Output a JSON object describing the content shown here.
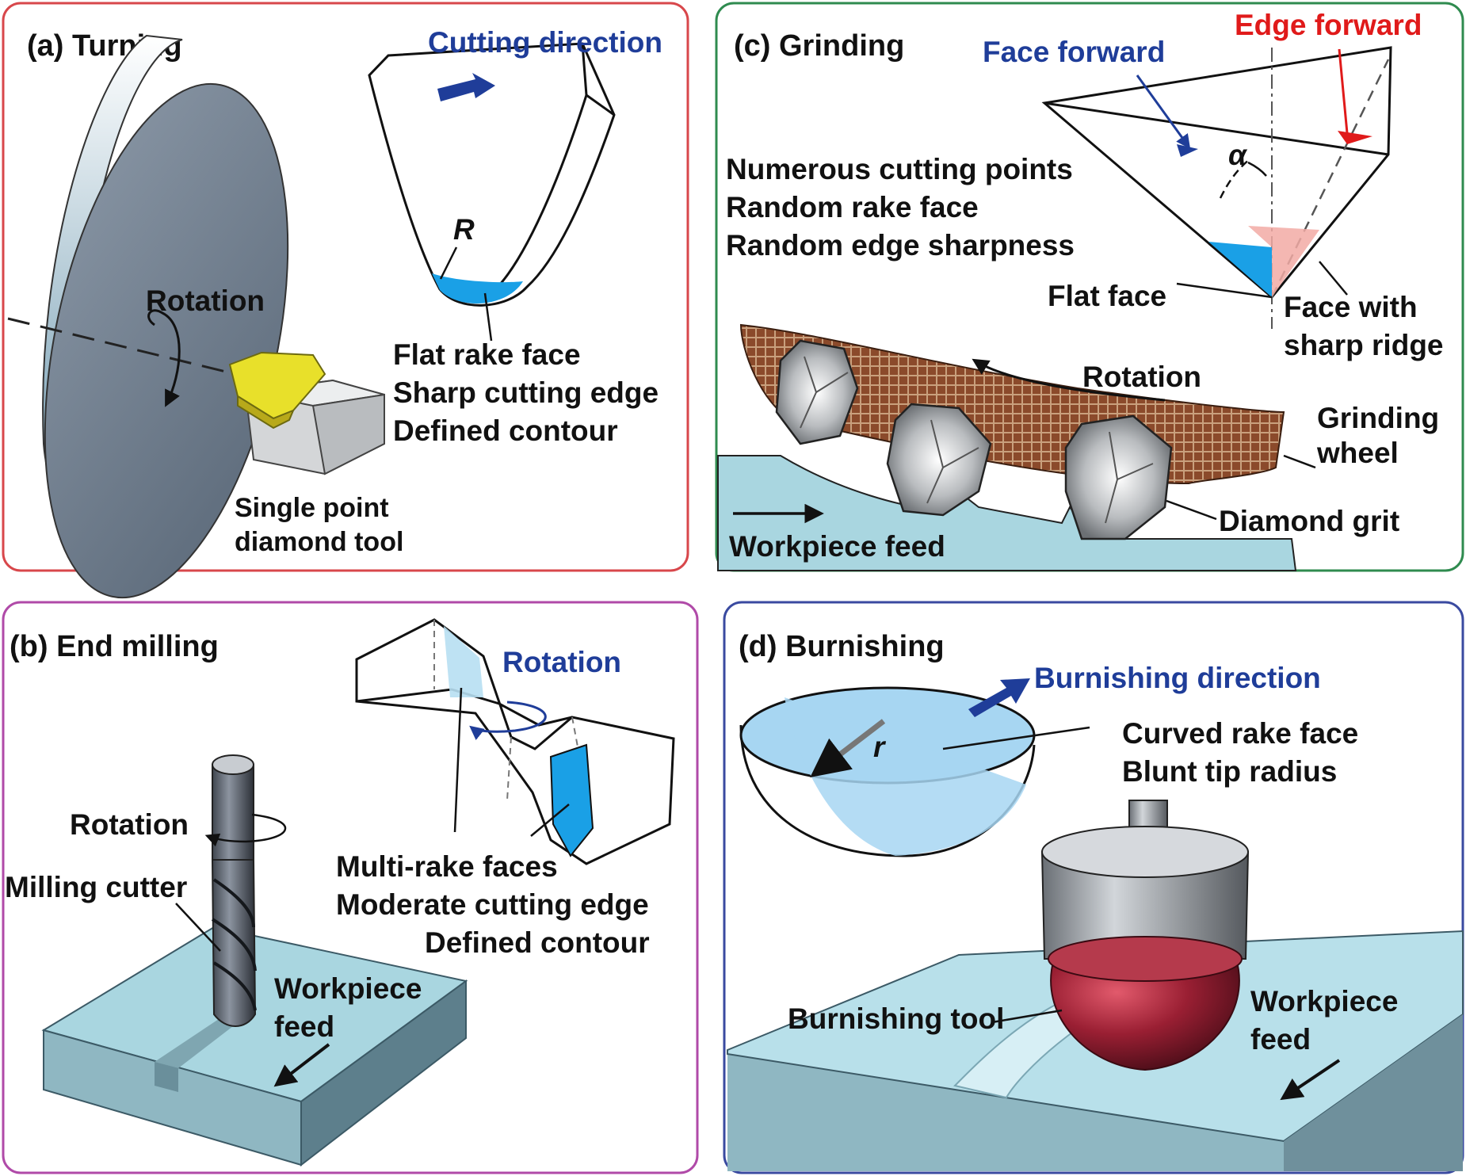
{
  "figure": {
    "panels": {
      "a": {
        "title": "(a) Turning",
        "cutting_direction": "Cutting direction",
        "radius": "R",
        "rotation": "Rotation",
        "features": [
          "Flat rake face",
          "Sharp cutting edge",
          "Defined contour"
        ],
        "tool_label": [
          "Single point",
          "diamond tool"
        ],
        "frame_color": "#d8474b"
      },
      "b": {
        "title": "(b) End milling",
        "rotation_insert": "Rotation",
        "rotation_tool": "Rotation",
        "cutter": "Milling cutter",
        "features": [
          "Multi-rake faces",
          "Moderate cutting edge",
          "Defined contour"
        ],
        "feed": [
          "Workpiece",
          "feed"
        ],
        "frame_color": "#b04aa8"
      },
      "c": {
        "title": "(c) Grinding",
        "face_forward": "Face forward",
        "edge_forward": "Edge forward",
        "alpha": "α",
        "features": [
          "Numerous cutting points",
          "Random rake face",
          "Random edge sharpness"
        ],
        "flat_face": "Flat face",
        "ridge_face": [
          "Face with",
          "sharp ridge"
        ],
        "rotation": "Rotation",
        "wheel": [
          "Grinding",
          "wheel"
        ],
        "grit": "Diamond grit",
        "feed": "Workpiece feed",
        "frame_color": "#2f8b4f"
      },
      "d": {
        "title": "(d) Burnishing",
        "direction": "Burnishing direction",
        "radius": "r",
        "features": [
          "Curved rake face",
          "Blunt tip radius"
        ],
        "tool": "Burnishing tool",
        "feed": [
          "Workpiece",
          "feed"
        ],
        "frame_color": "#3a4aa0"
      }
    },
    "colors": {
      "blue_text": "#1f3d99",
      "red_text": "#e01a1a",
      "rake_blue": "#1aa0e6",
      "workpiece": "#a9d6e0",
      "wheel": "#8b4a2b",
      "burnish_ball": "#8e1b2e",
      "insert_yellow": "#e8e02a"
    }
  }
}
